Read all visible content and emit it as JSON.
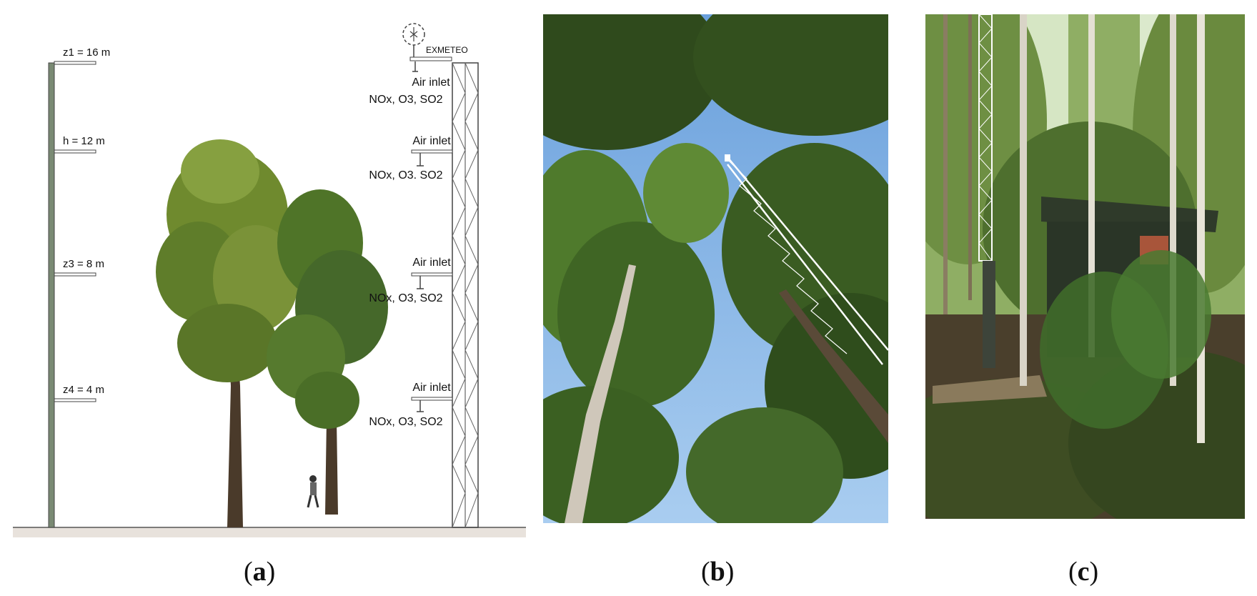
{
  "panel_a": {
    "pole_labels": [
      "z1 = 16 m",
      "h = 12 m",
      "z3 = 8 m",
      "z4 = 4 m"
    ],
    "tower_top_label": "EXMETEO",
    "inlet_title": "Air inlet",
    "inlet_species": [
      "NOx, O3, SO2",
      "NOx, O3. SO2",
      "NOx, O3, SO2",
      "NOx, O3, SO2"
    ]
  },
  "captions": {
    "a": "a",
    "b": "b",
    "c": "c"
  },
  "colors": {
    "sky": "#7fb2e6",
    "foliage": "#4f7a2c",
    "ground": "#e8e2dc",
    "pole": "#7a8a74"
  }
}
